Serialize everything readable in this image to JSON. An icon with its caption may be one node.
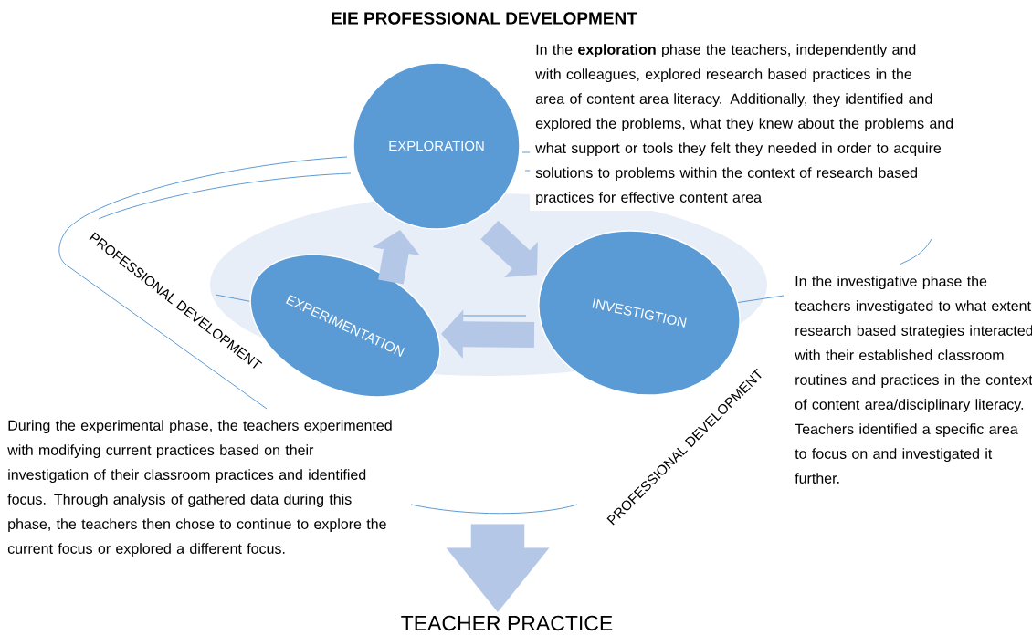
{
  "diagram": {
    "title": "EIE PROFESSIONAL DEVELOPMENT",
    "nodes": [
      {
        "text": [
          "EXPLORATION"
        ],
        "beside": [
          "In the **exploration** phase the teachers, independently and with colleagues, explored research based practices in the area of content area literacy. Additionally, they identified and explored the problems, what they knew about the problems and what support or tools they felt they needed in order to acquire solutions to problems within the context of research based practices for effective content area"
        ]
      },
      {
        "text": [
          "INVESTIGTION"
        ],
        "beside": [
          "In the investigative phase the teachers investigated to what extent research based strategies interacted with their established classroom routines and practices in the context of content area/disciplinary literacy. Teachers identified a specific area to focus on and investigated it further."
        ]
      },
      {
        "text": [
          "EXPERIMENTATION"
        ],
        "beside": [
          "During the experimental phase, the teachers experimented with modifying current practices based on their investigation of their classroom practices and identified focus.  Through analysis of gathered data during this phase, the teachers then chose to continue to explore the current focus or explored a different focus."
        ]
      },
      {
        "text": [
          "TEACHER PRACTICE"
        ]
      }
    ],
    "edges": [
      {
        "from": 0,
        "to": 1,
        "arrow": "to"
      },
      {
        "from": 1,
        "to": 2,
        "arrow": "to"
      },
      {
        "from": 2,
        "to": 0,
        "arrow": "to"
      },
      {
        "from": null,
        "to": 3,
        "arrow": "to",
        "style": "thick"
      }
    ],
    "labels": [
      "PROFESSIONAL DEVELOPMENT",
      "PROFESSIONAL DEVELOPMENT"
    ]
  }
}
